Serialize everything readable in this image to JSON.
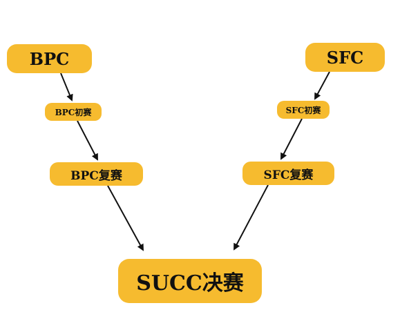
{
  "nodes": {
    "bpc": "BPC",
    "sfc": "SFC",
    "bpc_prelim": "BPC初赛",
    "sfc_prelim": "SFC初赛",
    "bpc_semi": "BPC复赛",
    "sfc_semi": "SFC复赛",
    "succ_final": "SUCC决赛"
  },
  "colors": {
    "node_fill": "#f6bb2f",
    "text": "#111111",
    "arrow": "#111111"
  }
}
